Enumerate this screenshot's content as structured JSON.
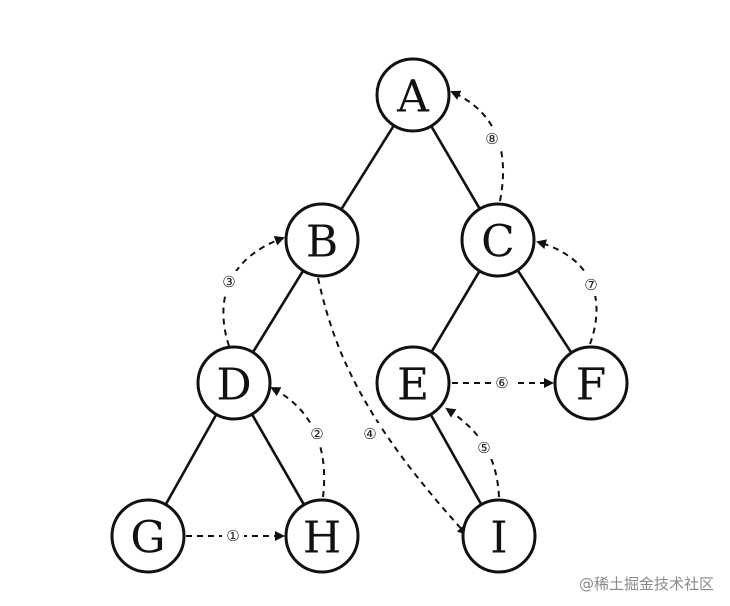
{
  "nodes": [
    {
      "id": "A",
      "label": "A"
    },
    {
      "id": "B",
      "label": "B"
    },
    {
      "id": "C",
      "label": "C"
    },
    {
      "id": "D",
      "label": "D"
    },
    {
      "id": "E",
      "label": "E"
    },
    {
      "id": "F",
      "label": "F"
    },
    {
      "id": "G",
      "label": "G"
    },
    {
      "id": "H",
      "label": "H"
    },
    {
      "id": "I",
      "label": "I"
    }
  ],
  "edges": [
    {
      "from": "A",
      "to": "B"
    },
    {
      "from": "A",
      "to": "C"
    },
    {
      "from": "B",
      "to": "D"
    },
    {
      "from": "C",
      "to": "E"
    },
    {
      "from": "C",
      "to": "F"
    },
    {
      "from": "D",
      "to": "G"
    },
    {
      "from": "D",
      "to": "H"
    },
    {
      "from": "E",
      "to": "I"
    }
  ],
  "threads": [
    {
      "step": "①",
      "from": "G",
      "to": "H"
    },
    {
      "step": "②",
      "from": "H",
      "to": "D"
    },
    {
      "step": "③",
      "from": "D",
      "to": "B"
    },
    {
      "step": "④",
      "from": "B",
      "to": "I"
    },
    {
      "step": "⑤",
      "from": "I",
      "to": "E"
    },
    {
      "step": "⑥",
      "from": "E",
      "to": "F"
    },
    {
      "step": "⑦",
      "from": "F",
      "to": "C"
    },
    {
      "step": "⑧",
      "from": "C",
      "to": "A"
    }
  ],
  "watermark": "@稀土掘金技术社区"
}
